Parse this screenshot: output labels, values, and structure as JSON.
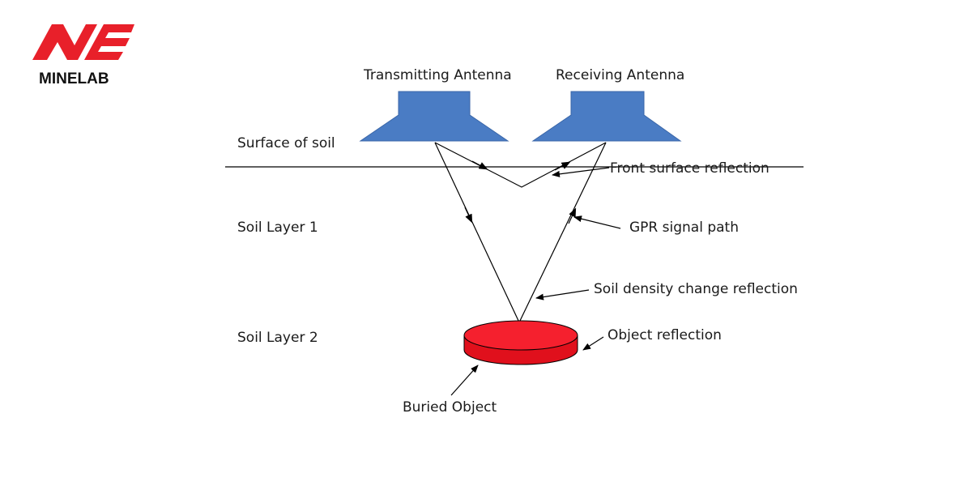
{
  "brand": {
    "name": "MINELAB",
    "color": "#e8202a"
  },
  "labels": {
    "transmitting_antenna": "Transmitting Antenna",
    "receiving_antenna": "Receiving Antenna",
    "surface_of_soil": "Surface of soil",
    "front_surface_reflection": "Front surface reflection",
    "soil_layer_1": "Soil Layer 1",
    "gpr_signal_path": "GPR signal path",
    "soil_density_change_reflection": "Soil density change reflection",
    "soil_layer_2": "Soil Layer 2",
    "object_reflection": "Object reflection",
    "buried_object": "Buried Object"
  },
  "colors": {
    "antenna": "#4a7cc4",
    "antenna_outline": "#3a66a8",
    "buried_object": "#f5202e",
    "buried_object_side": "#e0101c",
    "lines": "#000000"
  }
}
